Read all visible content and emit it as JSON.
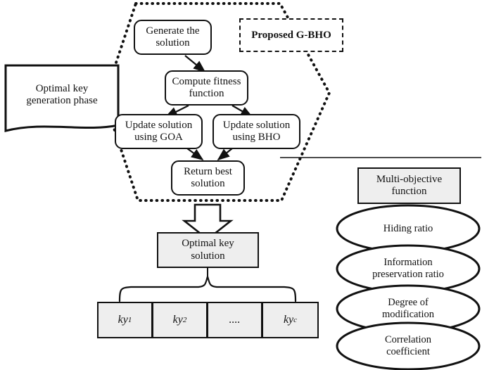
{
  "diagram": {
    "title_badge": "Proposed G-BHO",
    "phase_label_line1": "Optimal key",
    "phase_label_line2": "generation phase",
    "flow_nodes": [
      {
        "id": "generate",
        "line1": "Generate the",
        "line2": "solution"
      },
      {
        "id": "fitness",
        "line1": "Compute fitness",
        "line2": "function"
      },
      {
        "id": "goa",
        "line1": "Update solution",
        "line2": "using GOA"
      },
      {
        "id": "bho",
        "line1": "Update solution",
        "line2": "using BHO"
      },
      {
        "id": "returnbest",
        "line1": "Return best",
        "line2": "solution"
      }
    ],
    "optimal_key_solution": {
      "line1": "Optimal key",
      "line2": "solution"
    },
    "key_cells": [
      {
        "base": "ky",
        "sub": "1"
      },
      {
        "base": "ky",
        "sub": "2"
      },
      {
        "base": "....",
        "sub": ""
      },
      {
        "base": "ky",
        "sub": "c"
      }
    ],
    "objective": {
      "header_line1": "Multi-objective",
      "header_line2": "function",
      "items": [
        {
          "line1": "Hiding ratio",
          "line2": ""
        },
        {
          "line1": "Information",
          "line2": "preservation ratio"
        },
        {
          "line1": "Degree of",
          "line2": "modification"
        },
        {
          "line1": "Correlation",
          "line2": "coefficient"
        }
      ]
    },
    "colors": {
      "stroke": "#111111",
      "gray_fill": "#eeeeee",
      "background": "#ffffff"
    }
  }
}
